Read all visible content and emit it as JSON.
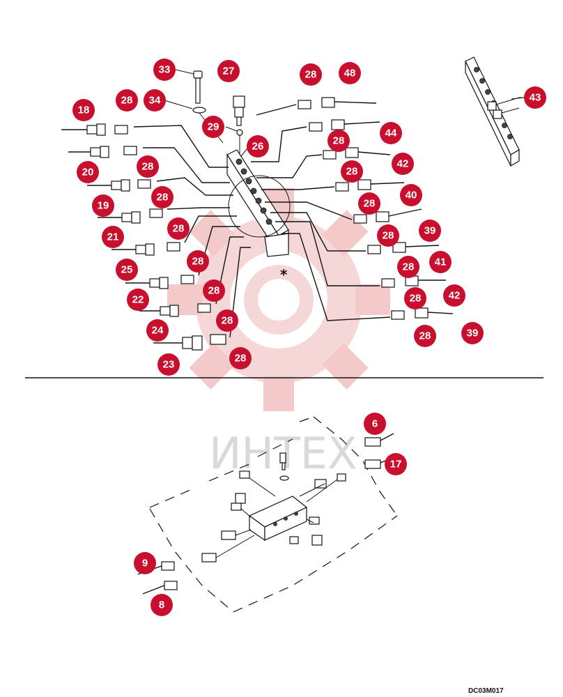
{
  "drawing_code": "DC03M017",
  "asterisk": "*",
  "watermark_text": "ИНТЕХ",
  "colors": {
    "callout": "#c8102e",
    "watermark_gear": "#f3c4c4",
    "watermark_text": "#d9d9d9",
    "line": "#111111"
  },
  "callouts_upper": [
    "33",
    "27",
    "28",
    "48",
    "34",
    "29",
    "43",
    "18",
    "28",
    "26",
    "28",
    "44",
    "20",
    "28",
    "28",
    "42",
    "19",
    "28",
    "28",
    "40",
    "21",
    "28",
    "28",
    "39",
    "25",
    "28",
    "28",
    "41",
    "22",
    "28",
    "28",
    "42",
    "24",
    "28",
    "28",
    "39",
    "23",
    "28"
  ],
  "callouts_lower": [
    "6",
    "17",
    "9",
    "8"
  ]
}
